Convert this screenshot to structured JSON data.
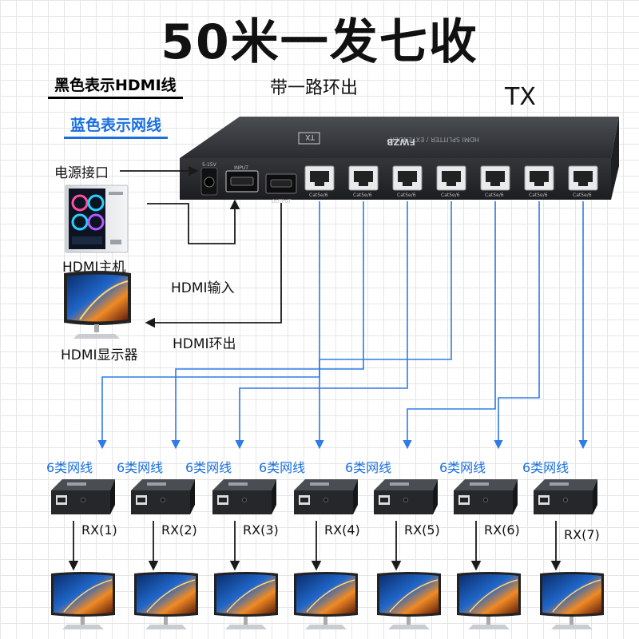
{
  "title": "50米一发七收",
  "legend": {
    "black": "黑色表示HDMI线",
    "blue": "蓝色表示网线"
  },
  "loop_note": "带一路环出",
  "tx_label": "TX",
  "device": {
    "brand": "FWZB",
    "model": "HDMI SPLITTER / EXTENDER",
    "badge": "TX",
    "port_input": "INPUT",
    "port_output": "OUTPUT",
    "port_power": "5-15V",
    "port_cat": "Cat5e/6"
  },
  "labels": {
    "power": "电源接口",
    "host": "HDMI主机",
    "hdmi_in": "HDMI输入",
    "display": "HDMI显示器",
    "hdmi_loop": "HDMI环出"
  },
  "receivers": [
    {
      "cable": "6类网线",
      "id": "RX(1)"
    },
    {
      "cable": "6类网线",
      "id": "RX(2)"
    },
    {
      "cable": "6类网线",
      "id": "RX(3)"
    },
    {
      "cable": "6类网线",
      "id": "RX(4)"
    },
    {
      "cable": "6类网线",
      "id": "RX(5)"
    },
    {
      "cable": "6类网线",
      "id": "RX(6)"
    },
    {
      "cable": "6类网线",
      "id": "RX(7)"
    }
  ],
  "colors": {
    "hdmi_line": "#1a1a1a",
    "network_line": "#2f7bea",
    "device_body": "#2b2d30",
    "accent_blue": "#1a6fe0"
  }
}
